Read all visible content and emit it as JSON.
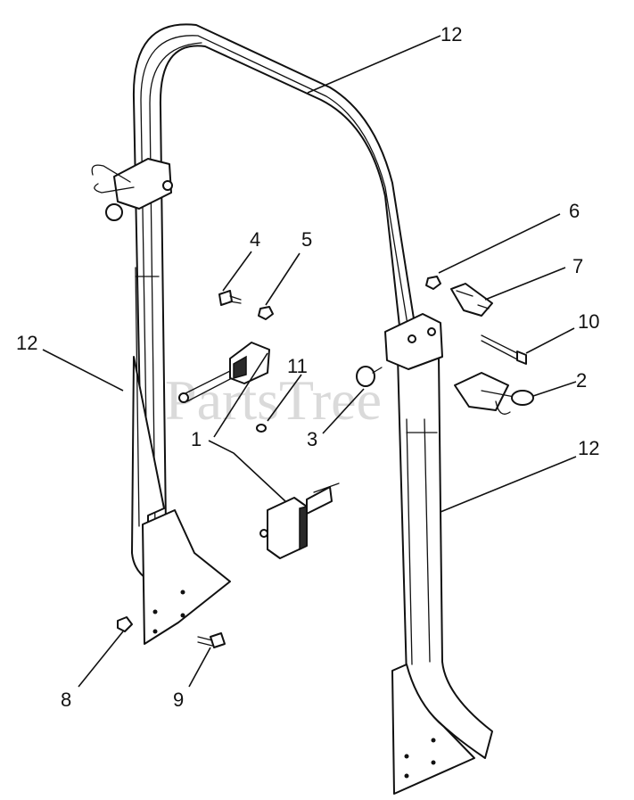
{
  "watermark": "PartsTree",
  "callouts": {
    "c12_top": "12",
    "c12_left": "12",
    "c12_right": "12",
    "c1": "1",
    "c2": "2",
    "c3": "3",
    "c4": "4",
    "c5": "5",
    "c6": "6",
    "c7": "7",
    "c8": "8",
    "c9": "9",
    "c10": "10",
    "c11": "11"
  },
  "icons": {
    "rollbar": "roll-over-protection-bar",
    "seat-belt": "seat-belt-assembly",
    "hinge-pin": "hinge-pin-with-clip",
    "knob": "knob",
    "bolt": "bolt",
    "nut": "nut",
    "washer": "washer",
    "bracket": "bracket"
  }
}
